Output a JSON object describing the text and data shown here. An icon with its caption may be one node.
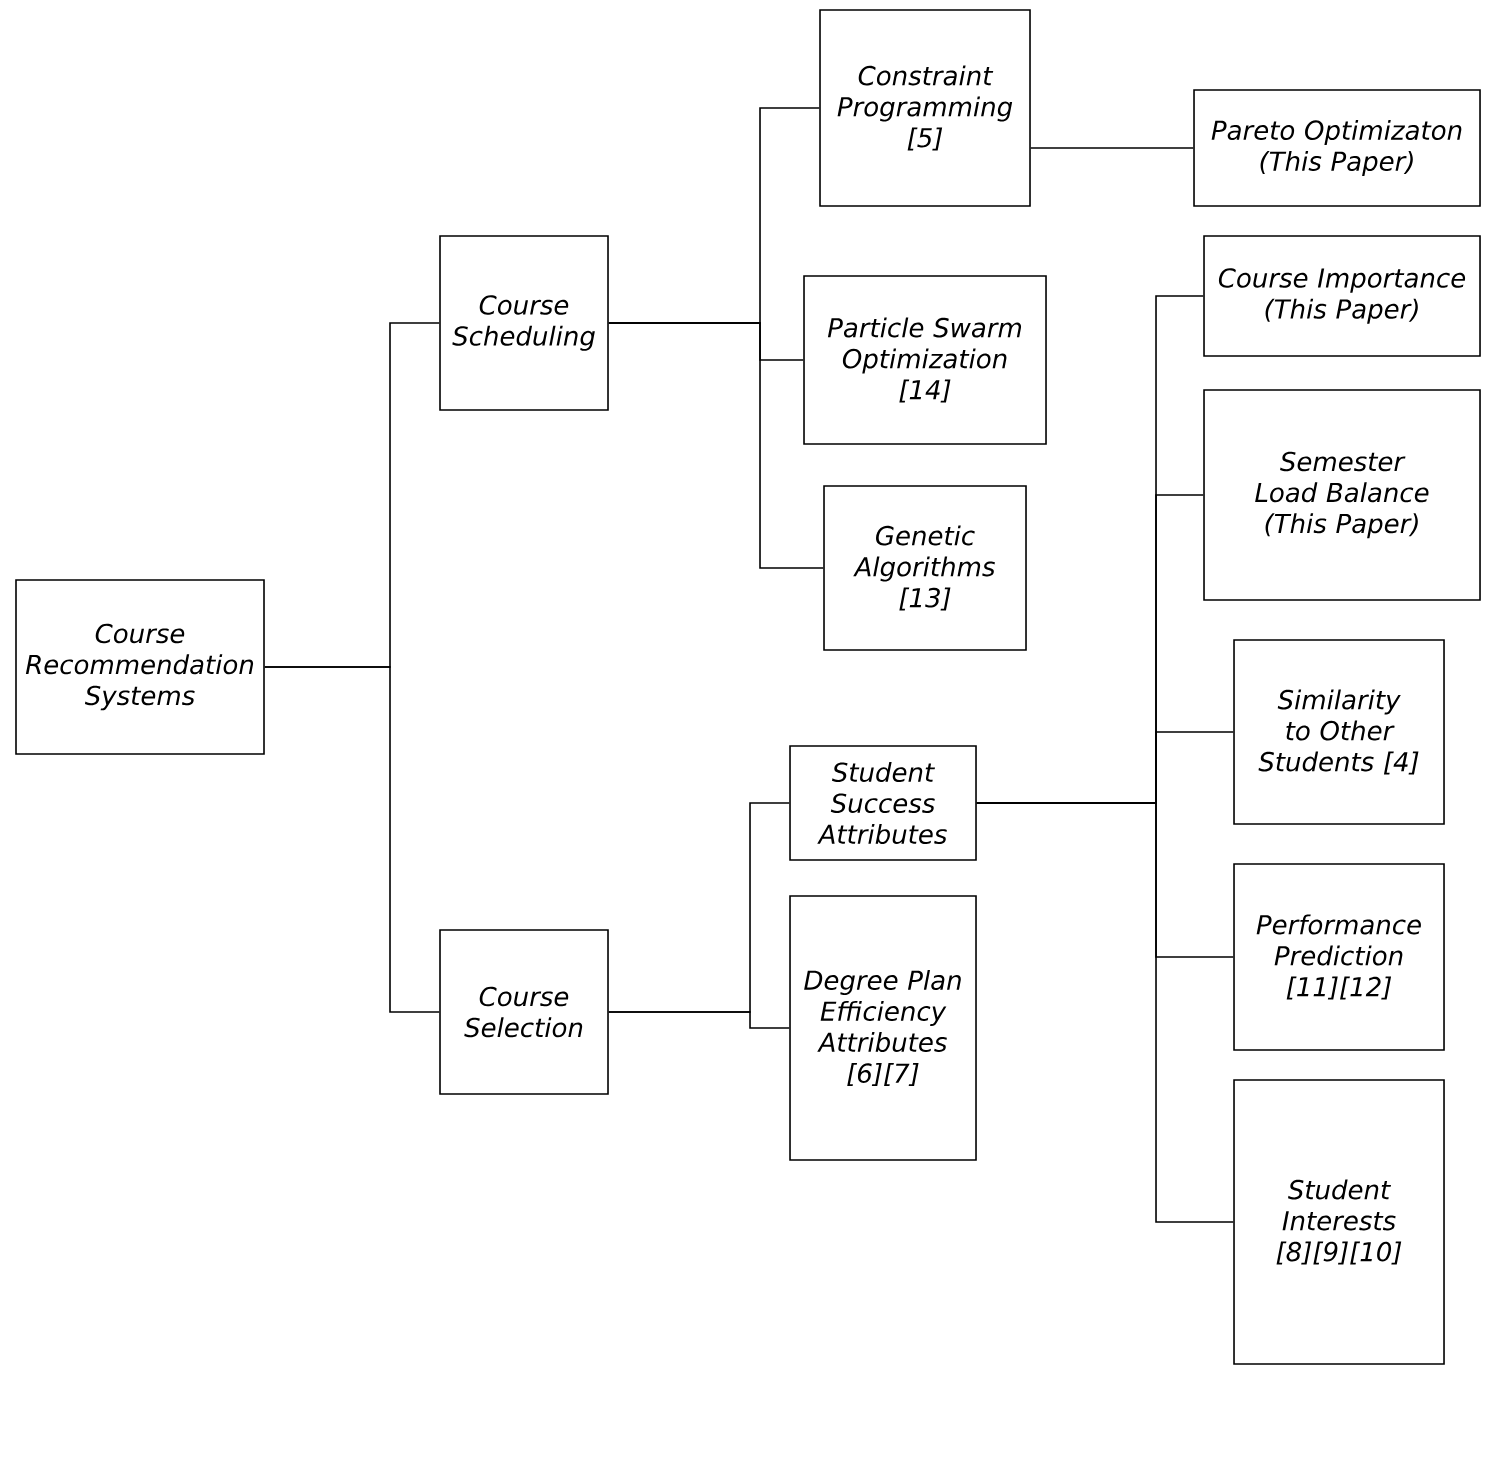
{
  "diagram": {
    "nodes": [
      {
        "text": [
          "Course Recommendation Systems"
        ]
      },
      {
        "text": [
          "Course Scheduling"
        ]
      },
      {
        "text": [
          "Course Selection"
        ]
      },
      {
        "text": [
          "Constraint Programming [5]"
        ]
      },
      {
        "text": [
          "Particle Swarm Optimization [14]"
        ]
      },
      {
        "text": [
          "Genetic Algorithms [13]"
        ]
      },
      {
        "text": [
          "Pareto Optimizaton (This Paper)"
        ]
      },
      {
        "text": [
          "Student Success Attributes"
        ]
      },
      {
        "text": [
          "Degree Plan Efficiency Attributes [6][7]"
        ]
      },
      {
        "text": [
          "Course Importance (This Paper)"
        ]
      },
      {
        "text": [
          "Semester Load Balance (This Paper)"
        ]
      },
      {
        "text": [
          "Similarity to Other Students [4]"
        ]
      },
      {
        "text": [
          "Performance Prediction [11][12]"
        ]
      },
      {
        "text": [
          "Student Interests [8][9][10]"
        ]
      }
    ],
    "edges": [
      {
        "from": 0,
        "to": 1,
        "arrow": "none"
      },
      {
        "from": 0,
        "to": 2,
        "arrow": "none"
      },
      {
        "from": 1,
        "to": 3,
        "arrow": "none"
      },
      {
        "from": 1,
        "to": 4,
        "arrow": "none"
      },
      {
        "from": 1,
        "to": 5,
        "arrow": "none"
      },
      {
        "from": 3,
        "to": 6,
        "arrow": "none"
      },
      {
        "from": 2,
        "to": 7,
        "arrow": "none"
      },
      {
        "from": 2,
        "to": 8,
        "arrow": "none"
      },
      {
        "from": 7,
        "to": 9,
        "arrow": "none"
      },
      {
        "from": 7,
        "to": 10,
        "arrow": "none"
      },
      {
        "from": 7,
        "to": 11,
        "arrow": "none"
      },
      {
        "from": 7,
        "to": 12,
        "arrow": "none"
      },
      {
        "from": 7,
        "to": 13,
        "arrow": "none"
      }
    ]
  }
}
